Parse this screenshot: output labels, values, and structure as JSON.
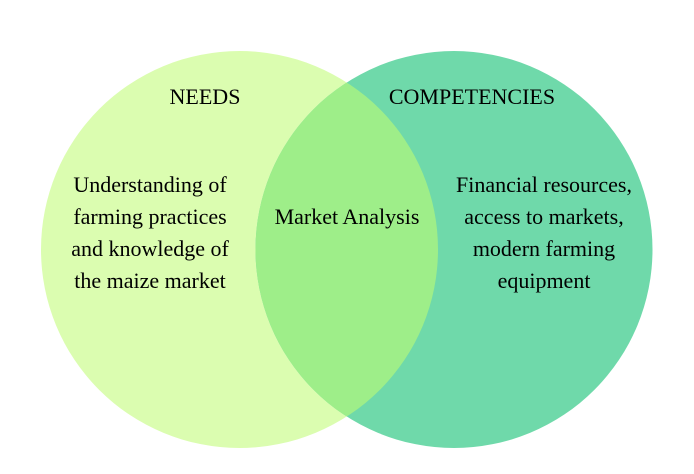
{
  "diagram": {
    "type": "venn",
    "colors": {
      "needs": "#dbfdb0",
      "competencies": "#6fd9aa",
      "overlap": "#9eee89",
      "background": "#ffffff",
      "text": "#000000"
    },
    "needs": {
      "title": "NEEDS",
      "lines": [
        "Understanding of",
        "farming practices",
        "and knowledge of",
        "the maize market"
      ]
    },
    "competencies": {
      "title": "COMPETENCIES",
      "lines": [
        "Financial resources,",
        "access to markets,",
        "modern farming",
        "equipment"
      ]
    },
    "overlap": {
      "label": "Market Analysis"
    }
  }
}
